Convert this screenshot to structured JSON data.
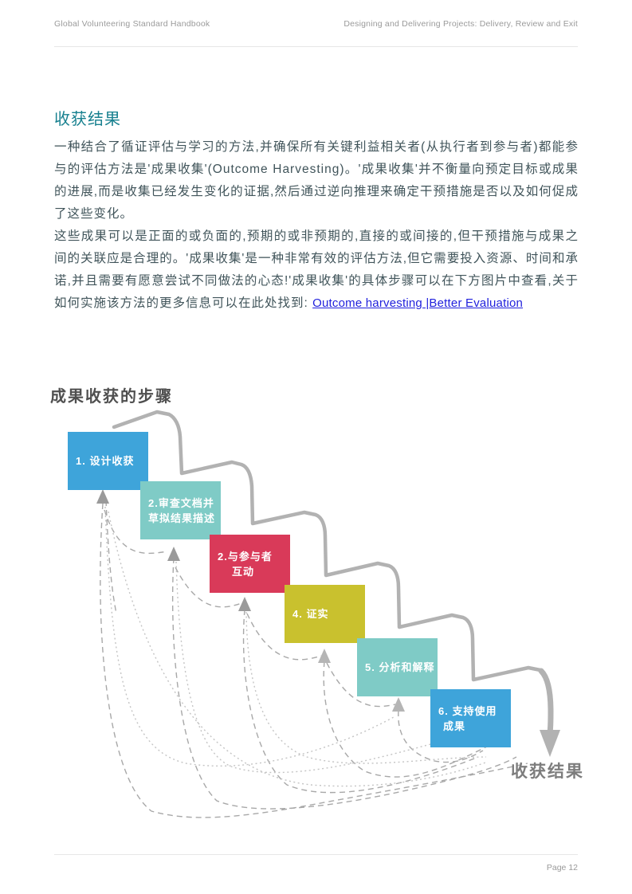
{
  "header": {
    "left": "Global Volunteering Standard Handbook",
    "right": "Designing and Delivering Projects: Delivery, Review and Exit"
  },
  "article": {
    "heading": "收获结果",
    "heading_color": "#17808f",
    "paragraph1": "一种结合了循证评估与学习的方法,并确保所有关键利益相关者(从执行者到参与者)都能参与的评估方法是'成果收集'(Outcome Harvesting)。'成果收集'并不衡量向预定目标或成果的进展,而是收集已经发生变化的证据,然后通过逆向推理来确定干预措施是否以及如何促成了这些变化。",
    "paragraph2": "这些成果可以是正面的或负面的,预期的或非预期的,直接的或间接的,但干预措施与成果之间的关联应是合理的。'成果收集'是一种非常有效的评估方法,但它需要投入资源、时间和承诺,并且需要有愿意尝试不同做法的心态!'成果收集'的具体步骤可以在下方图片中查看,关于如何实施该方法的更多信息可以在此处找到:",
    "link_text": "Outcome harvesting |Better Evaluation",
    "link_color": "#2121dd"
  },
  "diagram": {
    "title": "成果收获的步骤",
    "end_label": "收获结果",
    "line_color": "#b2b2b2",
    "steps": [
      {
        "line1": "1. 设计收获",
        "line2": "",
        "color": "#3ea4da"
      },
      {
        "line1": "2.审查文档并",
        "line2": "草拟结果描述",
        "color": "#7fcbc6"
      },
      {
        "line1": "2.与参与者",
        "line2": "互动",
        "color": "#d93a59"
      },
      {
        "line1": "4. 证实",
        "line2": "",
        "color": "#c9c12e"
      },
      {
        "line1": "5. 分析和解释",
        "line2": "",
        "color": "#7fcbc6"
      },
      {
        "line1": "6. 支持使用",
        "line2": "成果",
        "color": "#3ea4da"
      }
    ]
  },
  "footer": {
    "page_label": "Page 12"
  }
}
